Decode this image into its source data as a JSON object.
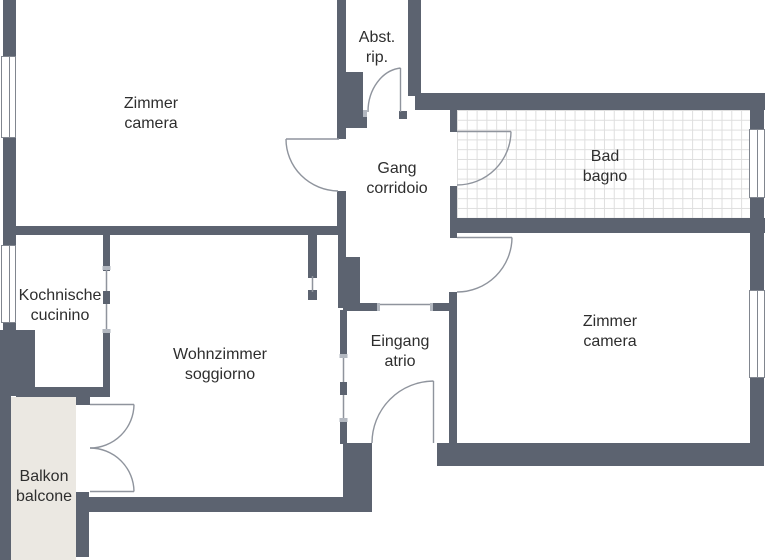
{
  "colors": {
    "wall": "#5c6370",
    "door_line": "#8f949d",
    "window_line": "#81868f",
    "tile_line": "#dedede",
    "balcony_fill": "#ebe8e2",
    "text": "#2e2e2e"
  },
  "rooms": {
    "zimmer_nw": {
      "name": "Zimmer",
      "name_it": "camera"
    },
    "abstellraum": {
      "name": "Abst.",
      "name_it": "rip."
    },
    "gang": {
      "name": "Gang",
      "name_it": "corridoio"
    },
    "bad": {
      "name": "Bad",
      "name_it": "bagno"
    },
    "kochnische": {
      "name": "Kochnische",
      "name_it": "cucinino"
    },
    "wohnzimmer": {
      "name": "Wohnzimmer",
      "name_it": "soggiorno"
    },
    "eingang": {
      "name": "Eingang",
      "name_it": "atrio"
    },
    "zimmer_e": {
      "name": "Zimmer",
      "name_it": "camera"
    },
    "balkon": {
      "name": "Balkon",
      "name_it": "balcone"
    }
  }
}
